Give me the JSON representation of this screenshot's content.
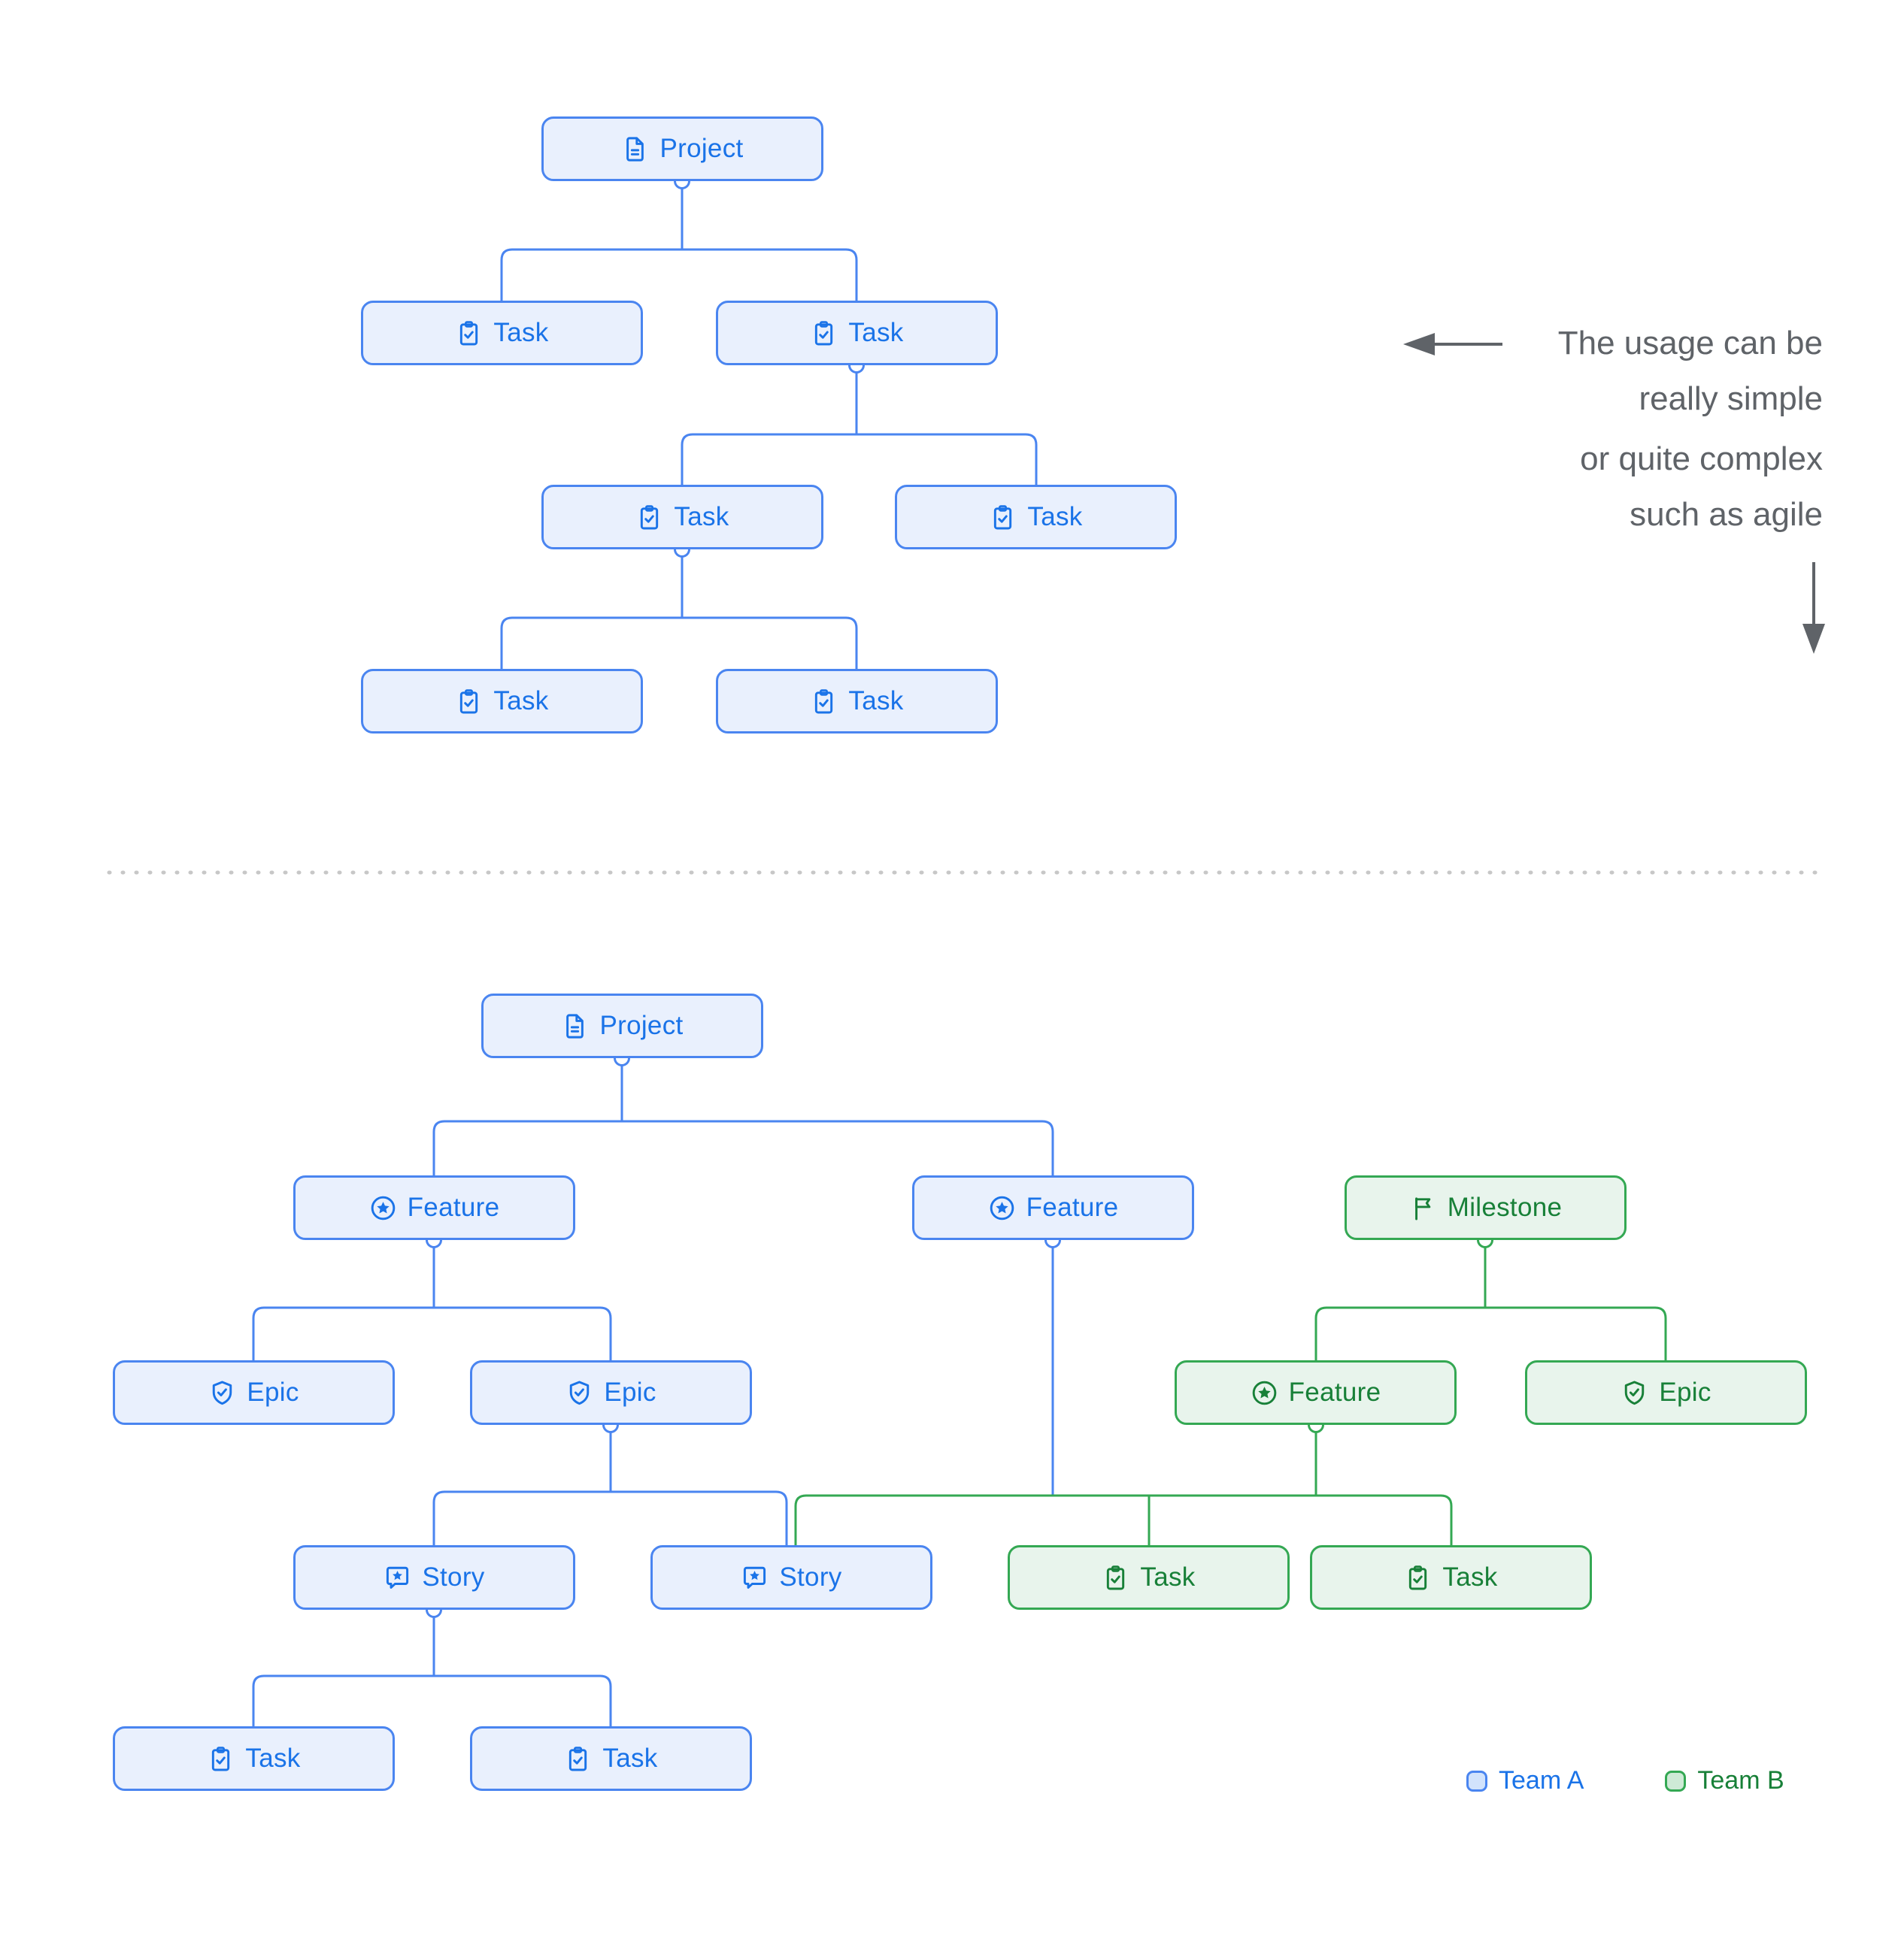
{
  "colors": {
    "team_a_border": "#4a85f0",
    "team_a_fill": "#e9f0fd",
    "team_a_accent": "#1a73e8",
    "team_b_border": "#34a853",
    "team_b_fill": "#e8f4ec",
    "team_b_accent": "#188038",
    "annotation_text": "#5f6368",
    "divider": "#c7c7c7"
  },
  "annotation": {
    "line1": "The usage can be",
    "line2": "really simple",
    "line3": "or quite complex",
    "line4": "such as agile"
  },
  "legend": {
    "team_a_label": "Team A",
    "team_b_label": "Team B"
  },
  "top_tree": {
    "nodes": [
      {
        "id": "project",
        "label": "Project",
        "icon": "project-icon",
        "team": "A"
      },
      {
        "id": "task-1",
        "label": "Task",
        "icon": "task-icon",
        "team": "A"
      },
      {
        "id": "task-2",
        "label": "Task",
        "icon": "task-icon",
        "team": "A"
      },
      {
        "id": "task-2a",
        "label": "Task",
        "icon": "task-icon",
        "team": "A"
      },
      {
        "id": "task-2b",
        "label": "Task",
        "icon": "task-icon",
        "team": "A"
      },
      {
        "id": "task-2a1",
        "label": "Task",
        "icon": "task-icon",
        "team": "A"
      },
      {
        "id": "task-2a2",
        "label": "Task",
        "icon": "task-icon",
        "team": "A"
      }
    ]
  },
  "bottom_tree": {
    "nodes": [
      {
        "id": "project",
        "label": "Project",
        "icon": "project-icon",
        "team": "A"
      },
      {
        "id": "feature-1",
        "label": "Feature",
        "icon": "feature-icon",
        "team": "A"
      },
      {
        "id": "feature-2",
        "label": "Feature",
        "icon": "feature-icon",
        "team": "A"
      },
      {
        "id": "milestone",
        "label": "Milestone",
        "icon": "milestone-icon",
        "team": "B"
      },
      {
        "id": "epic-1",
        "label": "Epic",
        "icon": "epic-icon",
        "team": "A"
      },
      {
        "id": "epic-2",
        "label": "Epic",
        "icon": "epic-icon",
        "team": "A"
      },
      {
        "id": "feature-b",
        "label": "Feature",
        "icon": "feature-icon",
        "team": "B"
      },
      {
        "id": "epic-b",
        "label": "Epic",
        "icon": "epic-icon",
        "team": "B"
      },
      {
        "id": "story-1",
        "label": "Story",
        "icon": "story-icon",
        "team": "A"
      },
      {
        "id": "story-2",
        "label": "Story",
        "icon": "story-icon",
        "team": "A"
      },
      {
        "id": "task-b1",
        "label": "Task",
        "icon": "task-icon",
        "team": "B"
      },
      {
        "id": "task-b2",
        "label": "Task",
        "icon": "task-icon",
        "team": "B"
      },
      {
        "id": "task-a1",
        "label": "Task",
        "icon": "task-icon",
        "team": "A"
      },
      {
        "id": "task-a2",
        "label": "Task",
        "icon": "task-icon",
        "team": "A"
      }
    ]
  }
}
